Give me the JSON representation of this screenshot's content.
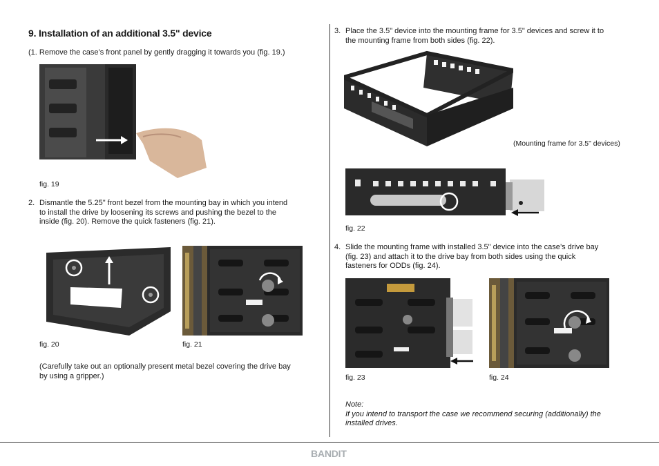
{
  "left": {
    "heading": "9. Installation of an additional 3.5\" device",
    "step1": "(1. Remove the case’s front panel by gently dragging it towards you (fig. 19.)",
    "fig19": "fig. 19",
    "step2_num": "2.",
    "step2_l1": "Dismantle the 5.25\" front bezel from the mounting bay in which you intend",
    "step2_l2": "to install the drive by loosening its screws and pushing the bezel to the",
    "step2_l3": "inside (fig. 20). Remove the quick fasteners (fig. 21).",
    "fig20": "fig. 20",
    "fig21": "fig. 21",
    "paren_l1": "(Carefully take out an optionally present metal bezel covering the drive bay",
    "paren_l2": "by using a gripper.)"
  },
  "right": {
    "step3_num": "3.",
    "step3_l1": "Place the 3.5\" device into the mounting frame for 3.5\" devices and screw it to",
    "step3_l2": "the mounting frame from both sides (fig. 22).",
    "frame_caption": "(Mounting frame for 3.5\" devices)",
    "fig22": "fig. 22",
    "step4_num": "4.",
    "step4_l1": "Slide the mounting frame with installed 3.5\" device into the case’s drive bay",
    "step4_l2": "(fig. 23) and attach it to the drive bay from both sides using the quick",
    "step4_l3": "fasteners for ODDs (fig. 24).",
    "fig23": "fig. 23",
    "fig24": "fig. 24",
    "note_title": "Note:",
    "note_l1": "If you intend to transport the case we recommend securing (additionally) the",
    "note_l2": "installed drives."
  },
  "footer": {
    "brand": "BANDIT"
  }
}
